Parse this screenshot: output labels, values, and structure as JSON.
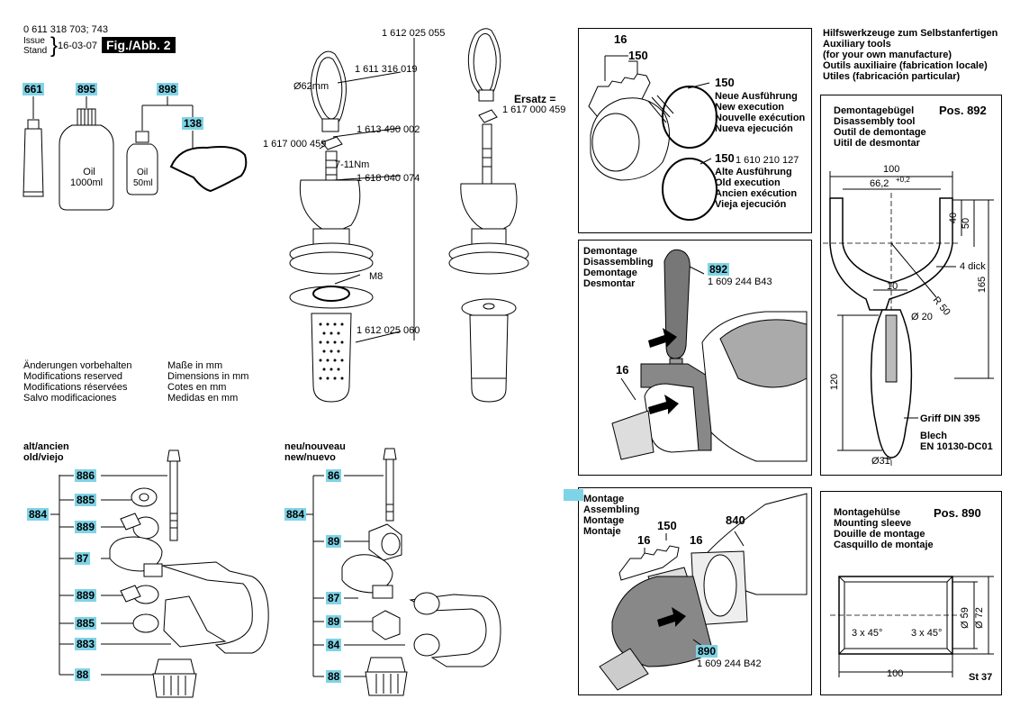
{
  "header": {
    "doc_number": "0 611 318 703; 743",
    "issue_label": "Issue",
    "stand_label": "Stand",
    "date": "16-03-07",
    "figure": "Fig./Abb. 2"
  },
  "accessories": {
    "tag_661": "661",
    "tag_895": "895",
    "tag_898": "898",
    "tag_138": "138",
    "oil_big_line1": "Oil",
    "oil_big_line2": "1000ml",
    "oil_small_line1": "Oil",
    "oil_small_line2": "50ml"
  },
  "handle_column": {
    "p_1612025055": "1 612 025 055",
    "p_1611316019": "1 611 316 019",
    "diam_62": "Ø62mm",
    "p_1613490002": "1 613 490 002",
    "p_1617000459": "1 617 000 459",
    "torque": "7-11Nm",
    "p_1618040074": "1 618 040 074",
    "m8": "M8",
    "p_1612025060": "1 612 025 060",
    "ersatz_label": "Ersatz =",
    "ersatz_part": "1 617 000 459"
  },
  "notes": {
    "changes": [
      "Änderungen vorbehalten",
      "Modifications reserved",
      "Modifications réservées",
      "Salvo modificaciones"
    ],
    "dimensions": [
      "Maße in mm",
      "Dimensions in mm",
      "Cotes en mm",
      "Medidas en mm"
    ]
  },
  "old_assembly": {
    "heading1": "alt/ancien",
    "heading2": "old/viejo",
    "group": "884",
    "items": [
      "886",
      "885",
      "889",
      "87",
      "889",
      "885",
      "883",
      "88"
    ]
  },
  "new_assembly": {
    "heading1": "neu/nouveau",
    "heading2": "new/nuevo",
    "group": "884",
    "items": [
      "86",
      "89",
      "87",
      "89",
      "84",
      "88"
    ]
  },
  "ring_panel": {
    "l16": "16",
    "l150": "150",
    "new_num": "150",
    "new_lines": [
      "Neue Ausführung",
      "New execution",
      "Nouvelle exécution",
      "Nueva ejecución"
    ],
    "old_num": "150",
    "old_part": "1 610 210 127",
    "old_lines": [
      "Alte Ausführung",
      "Old execution",
      "Ancien exécution",
      "Vieja ejecución"
    ]
  },
  "disassembly_panel": {
    "lines": [
      "Demontage",
      "Disassembling",
      "Demontage",
      "Desmontar"
    ],
    "tag": "892",
    "part": "1 609 244 B43",
    "l16": "16"
  },
  "assembly_panel": {
    "lines": [
      "Montage",
      "Assembling",
      "Montage",
      "Montaje"
    ],
    "l16a": "16",
    "l150": "150",
    "l16b": "16",
    "l840": "840",
    "tag": "890",
    "part": "1 609 244 B42"
  },
  "aux_header": [
    "Hilfswerkzeuge zum Selbstanfertigen",
    "Auxiliary tools",
    "(for your own manufacture)",
    "Outils auxiliaire (fabrication locale)",
    "Utiles (fabricación particular)"
  ],
  "tool_892": {
    "lines": [
      "Demontagebügel",
      "Disassembly tool",
      "Outil de demontage",
      "Uitil de desmontar"
    ],
    "pos": "Pos. 892",
    "d100": "100",
    "d66": "66,2",
    "d66tol": "+0,2",
    "d40": "40",
    "d50": "50",
    "thick": "4 dick",
    "d10": "10",
    "r50": "R 50",
    "d20": "Ø 20",
    "d165": "165",
    "d120": "120",
    "griff": "Griff DIN 395",
    "blech": "Blech",
    "en": "EN 10130-DC01",
    "d31": "Ø31"
  },
  "tool_890": {
    "lines": [
      "Montagehülse",
      "Mounting sleeve",
      "Douille de montage",
      "Casquillo de montaje"
    ],
    "pos": "Pos. 890",
    "chamfer1": "3 x 45°",
    "chamfer2": "3 x 45°",
    "d59": "Ø 59",
    "d72": "Ø 72",
    "d100": "100",
    "material": "St 37"
  }
}
